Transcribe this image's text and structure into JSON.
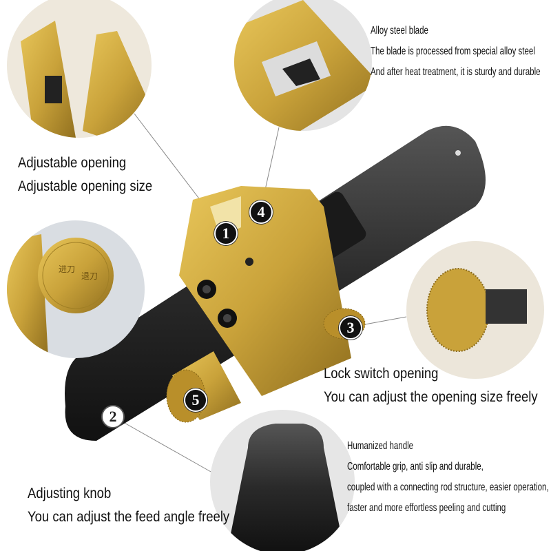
{
  "colors": {
    "gold": "#c9a23a",
    "handle": "#2a2a2a",
    "badge": "#111111"
  },
  "callouts": {
    "blade": {
      "title": "Alloy steel blade",
      "lines": [
        "The blade is processed from special alloy steel",
        "And after heat treatment, it is sturdy and durable"
      ]
    },
    "opening": {
      "title": "Adjustable opening",
      "lines": [
        "Adjustable opening size"
      ]
    },
    "lock": {
      "title": "Lock switch opening",
      "lines": [
        "You can adjust the opening size freely"
      ]
    },
    "handle": {
      "title": "Humanized handle",
      "lines": [
        "Comfortable grip, anti slip and durable,",
        "coupled with a connecting rod structure, easier operation,",
        "faster and more effortless peeling and cutting"
      ]
    },
    "knob": {
      "title": "Adjusting knob",
      "lines": [
        "You can adjust the feed angle freely"
      ]
    }
  },
  "badges": [
    "1",
    "2",
    "3",
    "4",
    "5"
  ],
  "knob_engraving": [
    "进刀",
    "退刀"
  ]
}
